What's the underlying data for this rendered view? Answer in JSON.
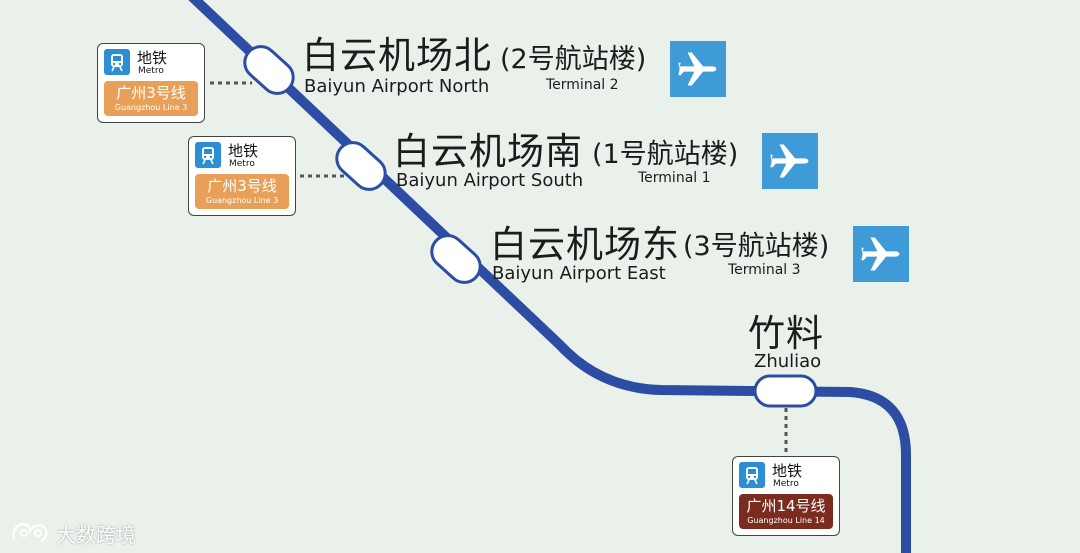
{
  "colors": {
    "background": "#e9f1ea",
    "line": "#2c4da3",
    "airport_blue": "#3f9ad8",
    "line3": "#e8a058",
    "line14": "#7a2d1e"
  },
  "stations": [
    {
      "id": "north",
      "name_zh": "白云机场北",
      "name_en": "Baiyun Airport North",
      "terminal_zh": "(2号航站楼)",
      "terminal_en": "Terminal 2",
      "icon": "airplane-icon"
    },
    {
      "id": "south",
      "name_zh": "白云机场南",
      "name_en": "Baiyun Airport South",
      "terminal_zh": "(1号航站楼)",
      "terminal_en": "Terminal 1",
      "icon": "airplane-icon"
    },
    {
      "id": "east",
      "name_zh": "白云机场东",
      "name_en": "Baiyun Airport East",
      "terminal_zh": "(3号航站楼)",
      "terminal_en": "Terminal 3",
      "icon": "airplane-icon"
    },
    {
      "id": "zhuliao",
      "name_zh": "竹料",
      "name_en": "Zhuliao"
    }
  ],
  "transfers": [
    {
      "metro_zh": "地铁",
      "metro_en": "Metro",
      "line_zh": "广州3号线",
      "line_en": "Guangzhou Line 3"
    },
    {
      "metro_zh": "地铁",
      "metro_en": "Metro",
      "line_zh": "广州3号线",
      "line_en": "Guangzhou Line 3"
    },
    {
      "metro_zh": "地铁",
      "metro_en": "Metro",
      "line_zh": "广州14号线",
      "line_en": "Guangzhou Line 14"
    }
  ],
  "watermark": {
    "text": "大数跨境",
    "logo": "tiger-logo"
  }
}
